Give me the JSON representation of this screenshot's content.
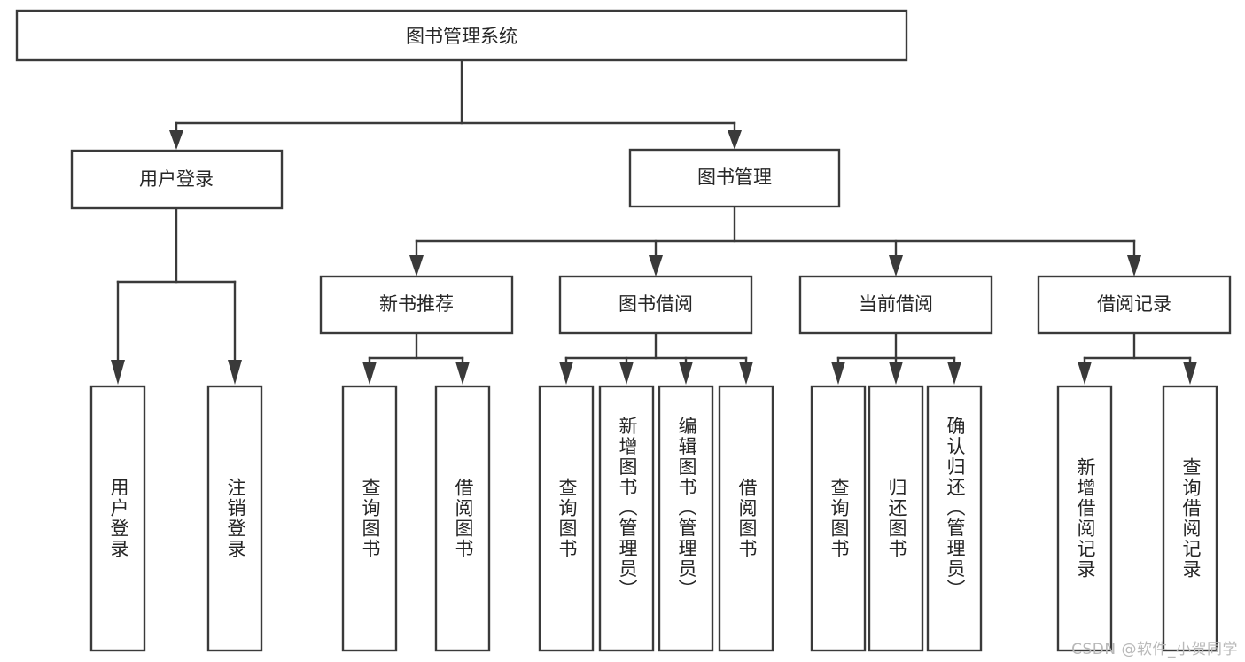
{
  "diagram": {
    "title": "图书管理系统",
    "type": "hierarchy-tree",
    "root": {
      "id": "root",
      "label": "图书管理系统"
    },
    "level2": [
      {
        "id": "user-login",
        "label": "用户登录"
      },
      {
        "id": "book-management",
        "label": "图书管理"
      }
    ],
    "level3": [
      {
        "id": "new-book-recommend",
        "label": "新书推荐",
        "parent": "book-management"
      },
      {
        "id": "book-borrow",
        "label": "图书借阅",
        "parent": "book-management"
      },
      {
        "id": "current-borrow",
        "label": "当前借阅",
        "parent": "book-management"
      },
      {
        "id": "borrow-record",
        "label": "借阅记录",
        "parent": "book-management"
      }
    ],
    "leaves": {
      "user-login": [
        {
          "id": "leaf-user-login",
          "label": "用户登录"
        },
        {
          "id": "leaf-user-logout",
          "label": "注销登录"
        }
      ],
      "new-book-recommend": [
        {
          "id": "leaf-query-book-1",
          "label": "查询图书"
        },
        {
          "id": "leaf-borrow-book-1",
          "label": "借阅图书"
        }
      ],
      "book-borrow": [
        {
          "id": "leaf-query-book-2",
          "label": "查询图书"
        },
        {
          "id": "leaf-add-book",
          "label": "新增图书（管理员）"
        },
        {
          "id": "leaf-edit-book",
          "label": "编辑图书（管理员）"
        },
        {
          "id": "leaf-borrow-book-2",
          "label": "借阅图书"
        }
      ],
      "current-borrow": [
        {
          "id": "leaf-query-book-3",
          "label": "查询图书"
        },
        {
          "id": "leaf-return-book",
          "label": "归还图书"
        },
        {
          "id": "leaf-confirm-return",
          "label": "确认归还（管理员）"
        }
      ],
      "borrow-record": [
        {
          "id": "leaf-add-record",
          "label": "新增借阅记录"
        },
        {
          "id": "leaf-query-record",
          "label": "查询借阅记录"
        }
      ]
    }
  },
  "watermark": {
    "text": "CSDN @软件_小贺同学"
  },
  "colors": {
    "stroke": "#3a3a3a",
    "fill": "#ffffff",
    "text": "#262626",
    "watermark": "#b8b8b8"
  }
}
